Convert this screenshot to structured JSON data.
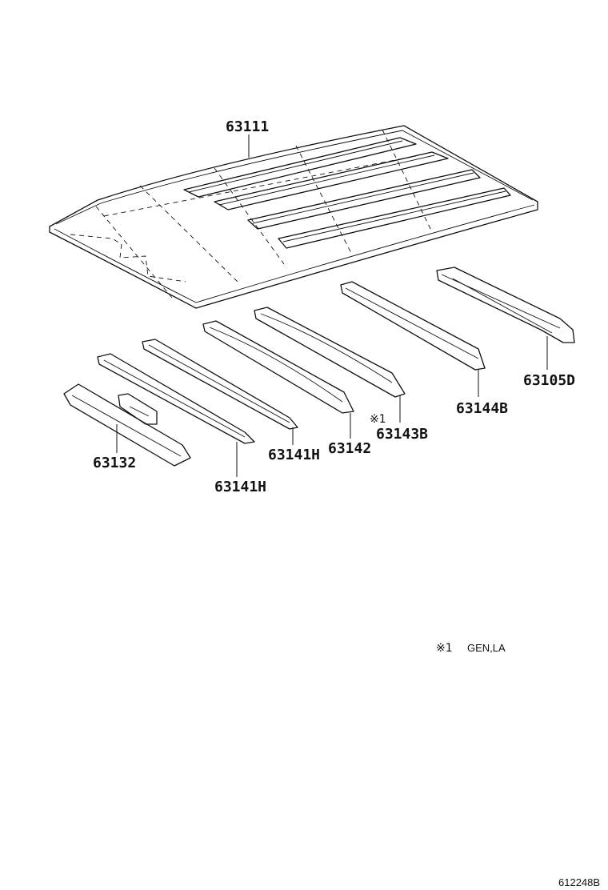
{
  "parts": {
    "roof_panel": "63111",
    "rear_header": "63105D",
    "roof_bow_rear": "63144B",
    "roof_bow_b": "63143B",
    "roof_bow_center": "63142",
    "roof_bow_h_upper": "63141H",
    "roof_bow_h_lower": "63141H",
    "front_header": "63132"
  },
  "note": {
    "marker": "※1",
    "text": "GEN,LA"
  },
  "footer": {
    "illustration_code": "612248B"
  }
}
